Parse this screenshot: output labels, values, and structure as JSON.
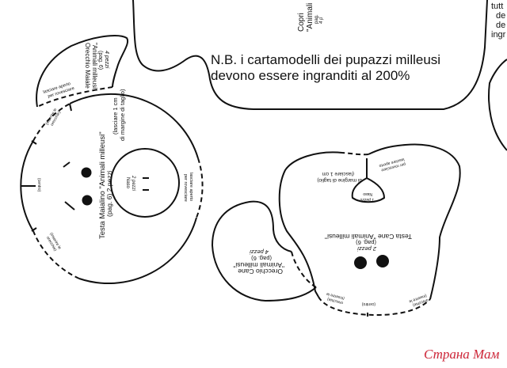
{
  "notice": {
    "line1": "N.B. i cartamodelli dei pupazzi milleusi",
    "line2": "devono essere ingranditi al 200%"
  },
  "top_piece": {
    "line1": "Copri",
    "line2": "\"Animali",
    "line3": "pag.",
    "line4": "4 p"
  },
  "right_partial": [
    "tutt",
    "de",
    "de",
    "ingr"
  ],
  "pig_ear": {
    "title": "Orecchio Maiale",
    "subtitle": "\"Animali milleusi\"",
    "page": "(pag. 6)",
    "count": "4 pezzi",
    "open_note1": "lasciare aperto",
    "open_note2": "per rovesciare"
  },
  "pig_head": {
    "title": "Testa Maialino \"Animali milleusi\"",
    "page": "(pag. 6) 2 pezzi",
    "margin1": "(lasciare 1 cm",
    "margin2": "di margine di taglio)",
    "ears_top1": "(inserire le",
    "ears_top2": "orecchie)",
    "ears_bottom1": "(inserire le",
    "ears_bottom2": "orecchie)",
    "center": "(centro)",
    "open1": "lasciare aperto",
    "open2": "per rovesciare"
  },
  "pig_nose": {
    "title": "Naso",
    "count": "2 pezzi"
  },
  "dog_head": {
    "title": "Testa Cane \"Animali milleusi\"",
    "page": "(pag. 6)",
    "count": "2 pezzi",
    "margin1": "(lasciare 1 cm",
    "margin2": "di margine di taglio)",
    "open1": "lasciare aperto",
    "open2": "per rovesciare",
    "ears_left1": "(inserire le",
    "ears_left2": "orecchie)",
    "ears_right1": "(inserire le",
    "ears_right2": "orecchie)",
    "center": "(centro)"
  },
  "dog_nose": {
    "title": "Naso",
    "count": "1 pezzo"
  },
  "dog_ear": {
    "title": "Orecchio Cane",
    "subtitle": "\"Animali milleusi\"",
    "page": "(pag. 6)",
    "count": "4 pezzi"
  },
  "watermark": "Страна Мам"
}
